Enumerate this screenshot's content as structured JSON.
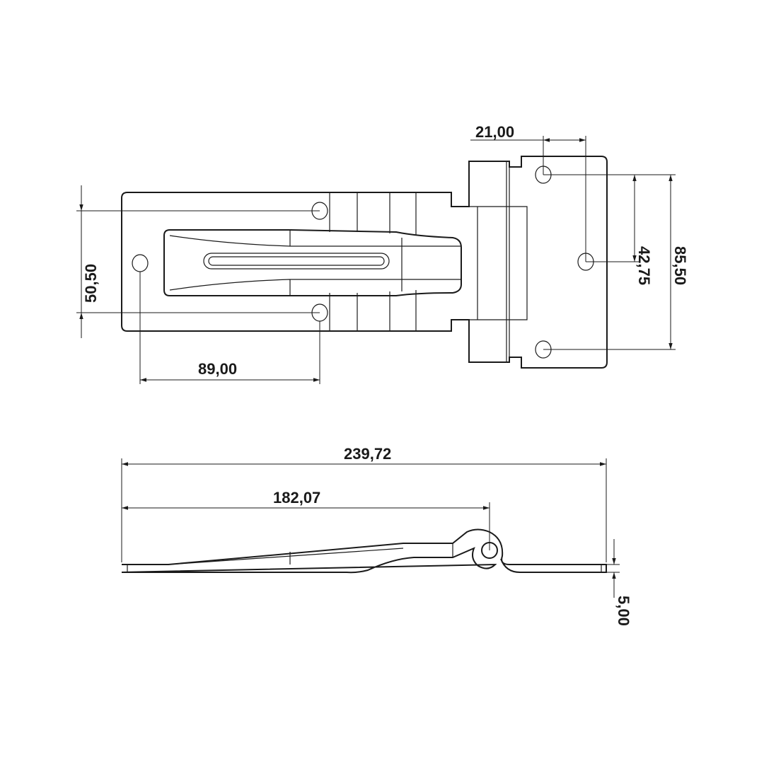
{
  "drawing": {
    "dimensions": {
      "hole_spacing_top": "21,00",
      "plate_hole_span": "85,50",
      "plate_hole_half": "42,75",
      "base_hole_span": "50,50",
      "base_hole_offset": "89,00",
      "overall_length": "239,72",
      "pivot_length": "182,07",
      "thickness": "5,00"
    },
    "line_color": "#1a1a1a"
  }
}
